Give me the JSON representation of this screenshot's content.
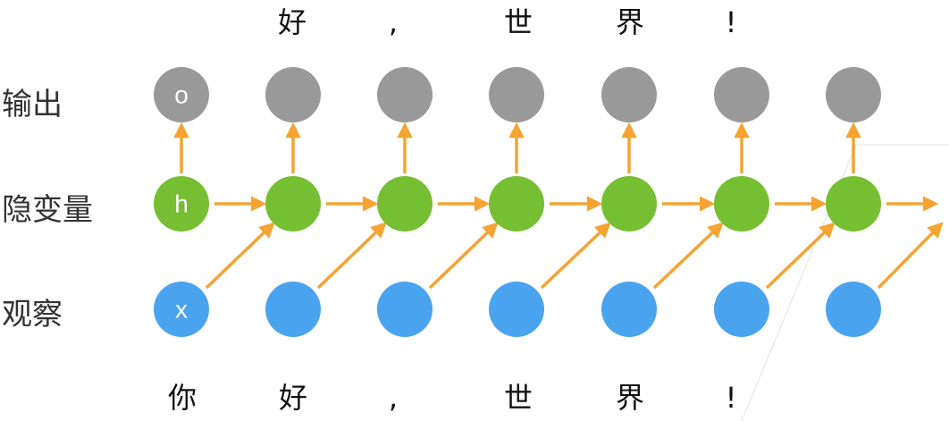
{
  "row_labels": {
    "output": "输出",
    "hidden": "隐变量",
    "observation": "观察"
  },
  "node_letters": {
    "output": "o",
    "hidden": "h",
    "observation": "x"
  },
  "output_tokens": [
    "好",
    ",",
    "世",
    "界",
    "!"
  ],
  "input_tokens": [
    "你",
    "好",
    ",",
    "世",
    "界",
    "!"
  ],
  "colors": {
    "output_node": "#999999",
    "hidden_node": "#76bf33",
    "observation_node": "#4aa3ee",
    "arrow": "#f5a331",
    "label_text": "#333333",
    "token_text": "#111111",
    "guide_line": "#d8d8d8"
  },
  "timesteps": 7
}
